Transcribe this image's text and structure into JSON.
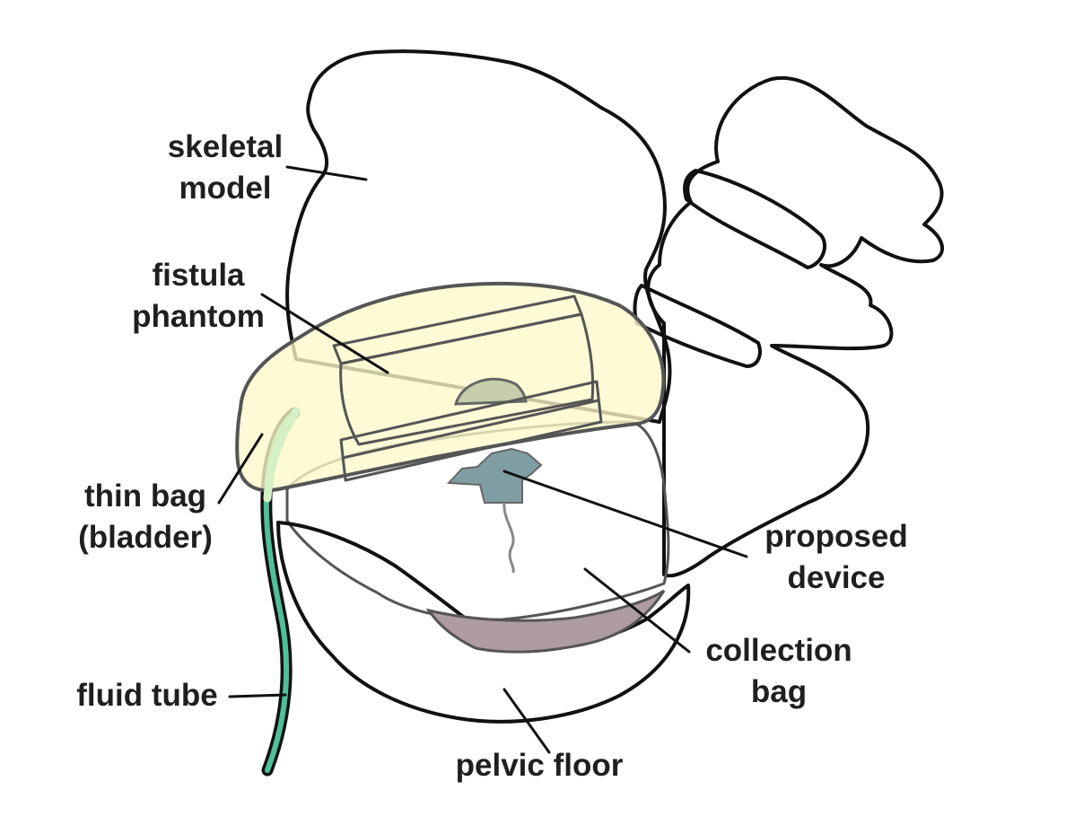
{
  "labels": {
    "skeletal_model": [
      "skeletal",
      "model"
    ],
    "fistula_phantom": [
      "fistula",
      "phantom"
    ],
    "thin_bag": [
      "thin bag",
      "(bladder)"
    ],
    "fluid_tube": "fluid tube",
    "proposed_device": [
      "proposed",
      "device"
    ],
    "collection_bag": [
      "collection",
      "bag"
    ],
    "pelvic_floor": "pelvic floor"
  },
  "colors": {
    "bone": "#e1d3c2",
    "disc": "#b3a592",
    "phantom": "#fdf9c9",
    "collection_bag": "#eef3fc",
    "pelvic_floor": "#6e2c2e",
    "tube": "#4fbf9b",
    "device": "#7f9ea3",
    "outline": "#111111"
  }
}
